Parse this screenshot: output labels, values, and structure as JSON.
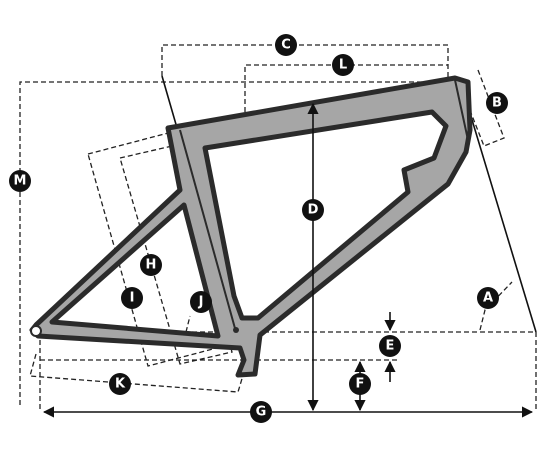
{
  "labels": {
    "A": "A",
    "B": "B",
    "C": "C",
    "D": "D",
    "E": "E",
    "F": "F",
    "G": "G",
    "H": "H",
    "I": "I",
    "J": "J",
    "K": "K",
    "L": "L",
    "M": "M"
  },
  "colors": {
    "frame_fill": "#a6a6a6",
    "frame_outline": "#2b2b2b",
    "badge": "#111111",
    "lines": "#222222"
  }
}
